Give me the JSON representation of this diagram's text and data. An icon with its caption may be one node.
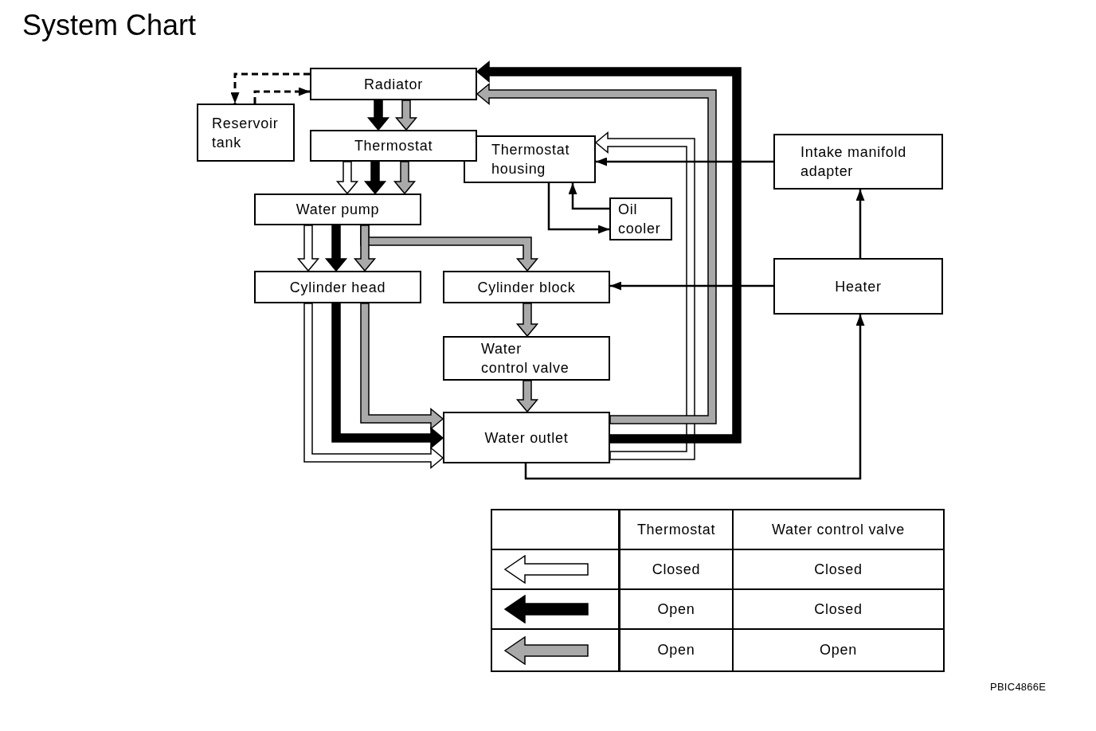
{
  "diagram": {
    "title": "System Chart",
    "nodes": [
      {
        "text": [
          "Radiator"
        ]
      },
      {
        "text": [
          "Reservoir tank"
        ]
      },
      {
        "text": [
          "Thermostat"
        ]
      },
      {
        "text": [
          "Thermostat housing"
        ]
      },
      {
        "text": [
          "Intake manifold adapter"
        ]
      },
      {
        "text": [
          "Water pump"
        ]
      },
      {
        "text": [
          "Oil cooler"
        ]
      },
      {
        "text": [
          "Cylinder head"
        ]
      },
      {
        "text": [
          "Cylinder block"
        ]
      },
      {
        "text": [
          "Heater"
        ]
      },
      {
        "text": [
          "Water control valve"
        ]
      },
      {
        "text": [
          "Water outlet"
        ]
      }
    ],
    "edges": [
      {
        "from": 0,
        "to": 1,
        "arrow": "to",
        "style": "dashed"
      },
      {
        "from": 1,
        "to": 0,
        "arrow": "to",
        "style": "dashed"
      },
      {
        "from": 0,
        "to": 2,
        "arrow": "to",
        "style": "thick"
      },
      {
        "from": 0,
        "to": 2,
        "arrow": "to",
        "style": "thick",
        "color": "#a9a9a9"
      },
      {
        "from": 2,
        "to": 5,
        "arrow": "to",
        "style": "thick",
        "color": "#ffffff"
      },
      {
        "from": 2,
        "to": 5,
        "arrow": "to",
        "style": "thick"
      },
      {
        "from": 2,
        "to": 5,
        "arrow": "to",
        "style": "thick",
        "color": "#a9a9a9"
      },
      {
        "from": 5,
        "to": 7,
        "arrow": "to",
        "style": "thick",
        "color": "#ffffff"
      },
      {
        "from": 5,
        "to": 7,
        "arrow": "to",
        "style": "thick"
      },
      {
        "from": 5,
        "to": 7,
        "arrow": "to",
        "style": "thick",
        "color": "#a9a9a9"
      },
      {
        "from": 5,
        "to": 8,
        "arrow": "to",
        "style": "thick",
        "color": "#a9a9a9"
      },
      {
        "from": 8,
        "to": 10,
        "arrow": "to",
        "style": "thick",
        "color": "#a9a9a9"
      },
      {
        "from": 10,
        "to": 11,
        "arrow": "to",
        "style": "thick",
        "color": "#a9a9a9"
      },
      {
        "from": 7,
        "to": 11,
        "arrow": "to",
        "style": "thick",
        "color": "#a9a9a9"
      },
      {
        "from": 7,
        "to": 11,
        "arrow": "to",
        "style": "thick"
      },
      {
        "from": 7,
        "to": 11,
        "arrow": "to",
        "style": "thick",
        "color": "#ffffff"
      },
      {
        "from": 11,
        "to": 0,
        "arrow": "to",
        "style": "thick",
        "color": "#a9a9a9"
      },
      {
        "from": 11,
        "to": 0,
        "arrow": "to",
        "style": "thick"
      },
      {
        "from": 11,
        "to": 3,
        "arrow": "to",
        "style": "thick",
        "color": "#ffffff"
      },
      {
        "from": 4,
        "to": 3,
        "arrow": "to"
      },
      {
        "from": 3,
        "to": 6,
        "arrow": "to"
      },
      {
        "from": 6,
        "to": 3,
        "arrow": "to"
      },
      {
        "from": 9,
        "to": 4,
        "arrow": "to"
      },
      {
        "from": 9,
        "to": 8,
        "arrow": "to"
      },
      {
        "from": 11,
        "to": 9,
        "arrow": "to"
      }
    ],
    "labels": [
      "Thermostat",
      "Water control valve",
      "Closed",
      "Closed",
      "Open",
      "Closed",
      "Open",
      "Open",
      "PBIC4866E"
    ]
  }
}
